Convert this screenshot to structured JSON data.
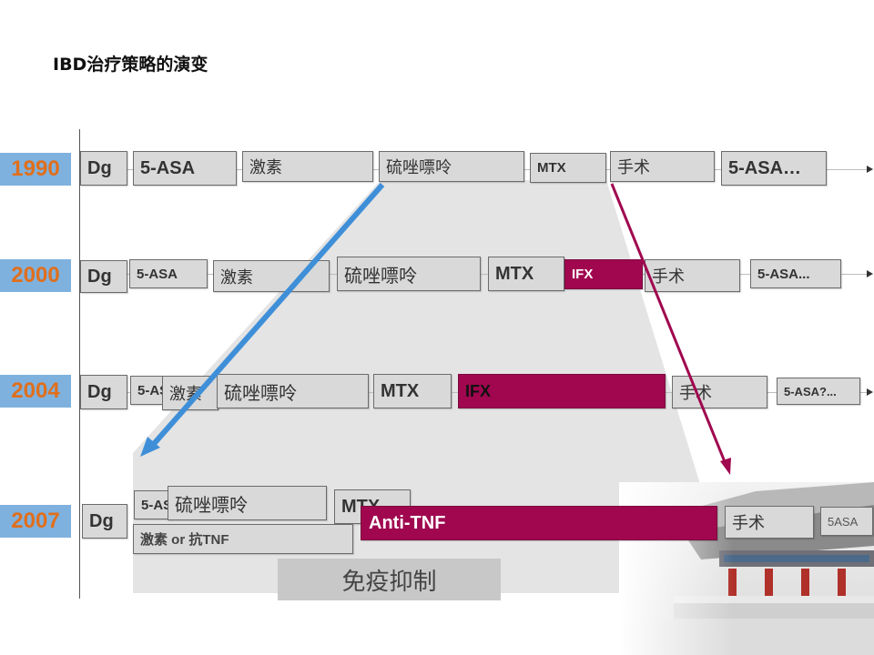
{
  "title": "IBD治疗策略的演变",
  "rows": [
    {
      "year": "1990",
      "items": [
        "Dg",
        "5-ASA",
        "激素",
        "硫唑嘌呤",
        "MTX",
        "手术",
        "5-ASA…"
      ]
    },
    {
      "year": "2000",
      "items": [
        "Dg",
        "5-ASA",
        "激素",
        "硫唑嘌呤",
        "MTX",
        "IFX",
        "手术",
        "5-ASA..."
      ]
    },
    {
      "year": "2004",
      "items": [
        "Dg",
        "5-ASA",
        "激素",
        "硫唑嘌呤",
        "MTX",
        "IFX",
        "手术",
        "5-ASA?..."
      ]
    },
    {
      "year": "2007",
      "items": [
        "Dg",
        "5-ASA",
        "硫唑嘌呤",
        "MTX",
        "Anti-TNF",
        "激素 or 抗TNF",
        "手术",
        "5ASA"
      ]
    }
  ],
  "immune_label": "免疫抑制",
  "colors": {
    "year_bg": "#7fb1de",
    "year_text": "#e06f1c",
    "maroon": "#a0074f",
    "blue_arrow": "#3e8fd8",
    "box_bg": "#d9d9d9",
    "funnel": "#e4e4e4"
  },
  "icons": [
    "blue-diagonal-arrow",
    "maroon-diagonal-arrow",
    "row-timeline-arrow",
    "building-photo"
  ]
}
